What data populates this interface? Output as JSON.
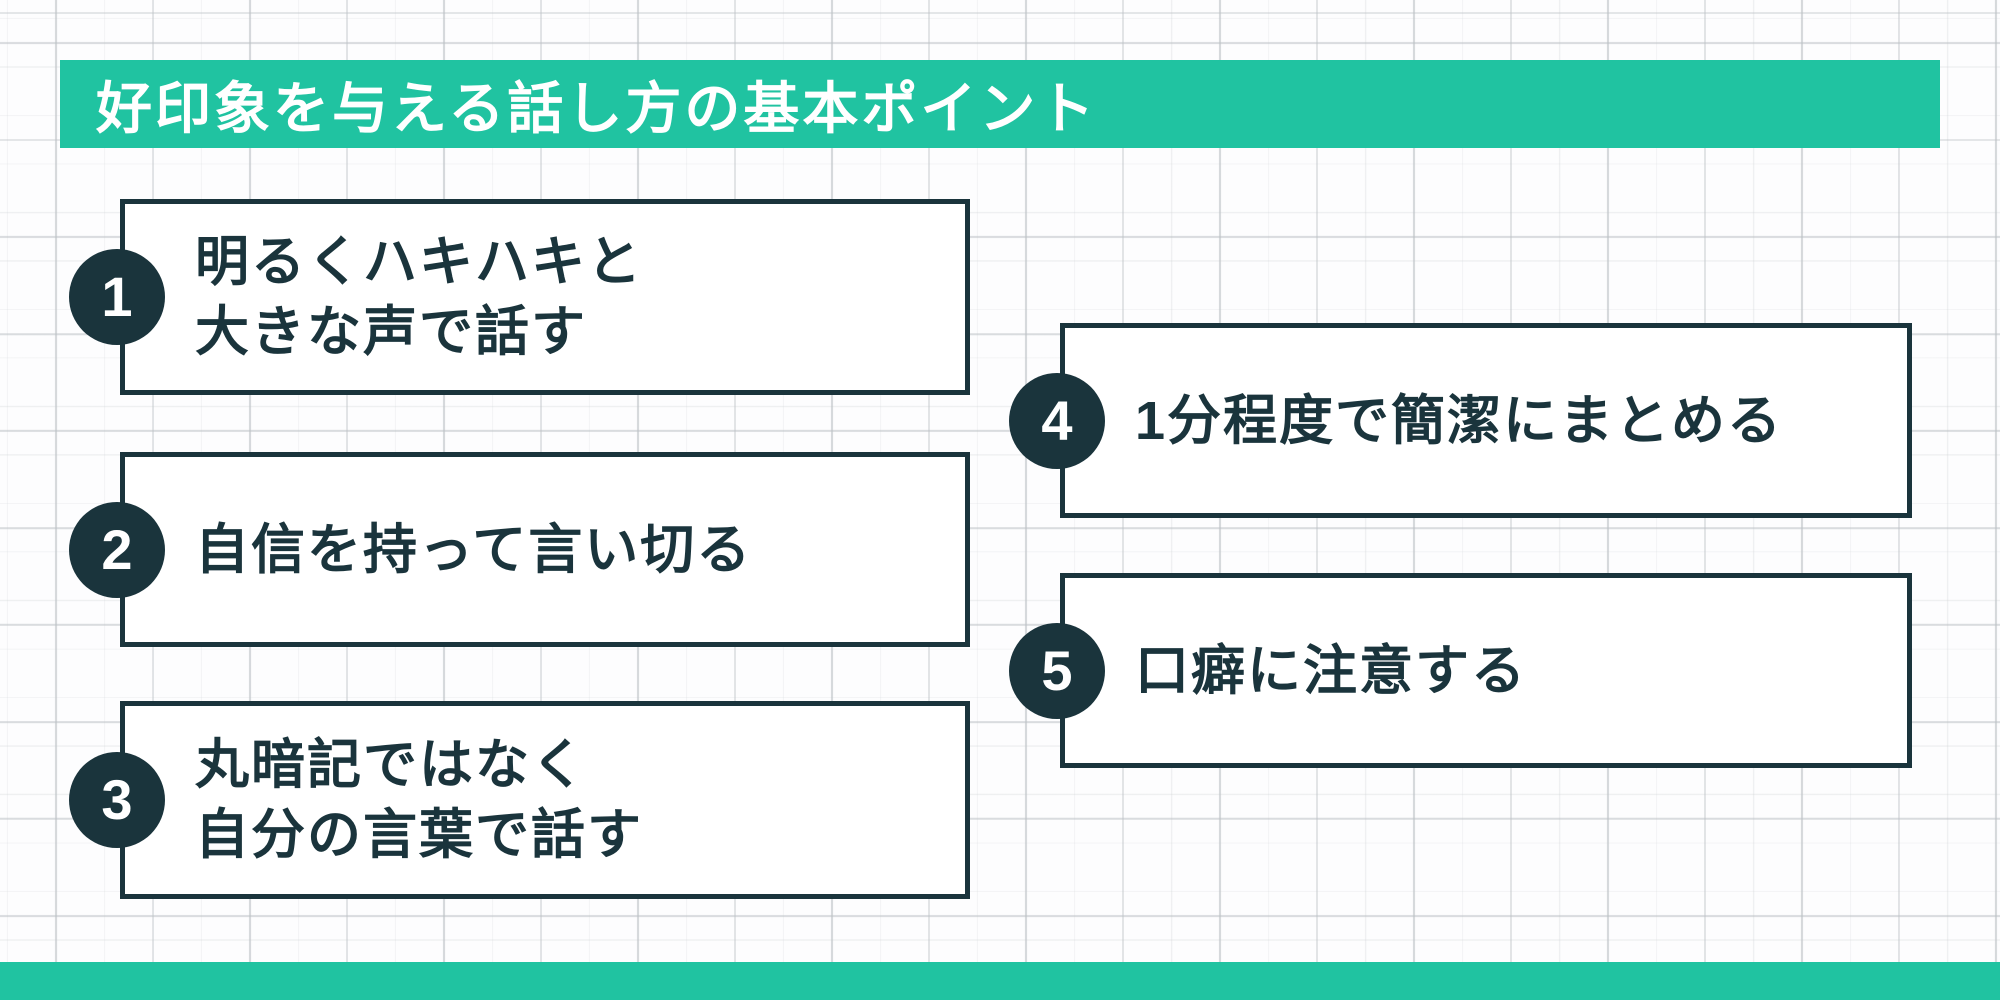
{
  "colors": {
    "teal": "#20c3a1",
    "dark_navy": "#1a343c",
    "grid_line": "#c8cdd0",
    "background": "#fdfdfe",
    "box_text": "#1a343c",
    "title_text": "#ffffff"
  },
  "header": {
    "title": "好印象を与える話し方の基本ポイント"
  },
  "points": [
    {
      "number": "1",
      "text": "明るくハキハキと\n大きな声で話す"
    },
    {
      "number": "2",
      "text": "自信を持って言い切る"
    },
    {
      "number": "3",
      "text": "丸暗記ではなく\n自分の言葉で話す"
    },
    {
      "number": "4",
      "text": "1分程度で簡潔にまとめる"
    },
    {
      "number": "5",
      "text": "口癖に注意する"
    }
  ]
}
